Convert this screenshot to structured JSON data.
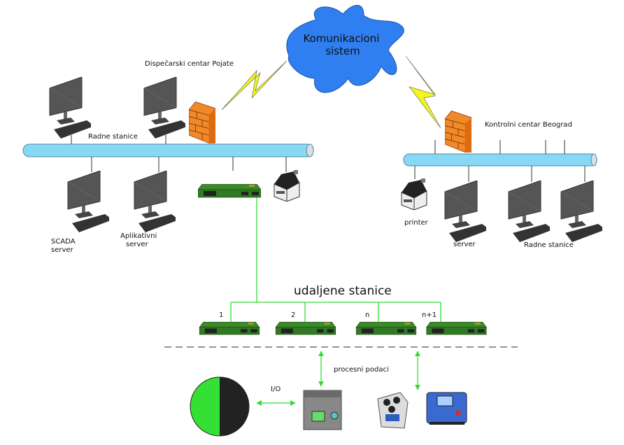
{
  "cloud": {
    "line1": "Komunikacioni",
    "line2": "sistem"
  },
  "left_center": {
    "title": "Dispečarski centar Pojate",
    "workstations_label": "Radne stanice",
    "scada_label_1": "SCADA",
    "scada_label_2": "server",
    "app_label_1": "Aplikativni",
    "app_label_2": "server"
  },
  "right_center": {
    "title": "Kontrolni centar Beograd",
    "printer_label": "printer",
    "server_label": "server",
    "workstations_label": "Radne stanice"
  },
  "remote": {
    "title": "udaljene stanice",
    "stations": [
      "1",
      "2",
      "n",
      "n+1"
    ]
  },
  "process": {
    "io_label": "I/O",
    "data_label": "procesni podaci"
  },
  "colors": {
    "bus": "#87d8f5",
    "cloud": "#2f7ff0",
    "firewall": "#f08a28",
    "lightning": "#f5f51e",
    "link": "#33dd33",
    "router": "#2f7a22"
  }
}
